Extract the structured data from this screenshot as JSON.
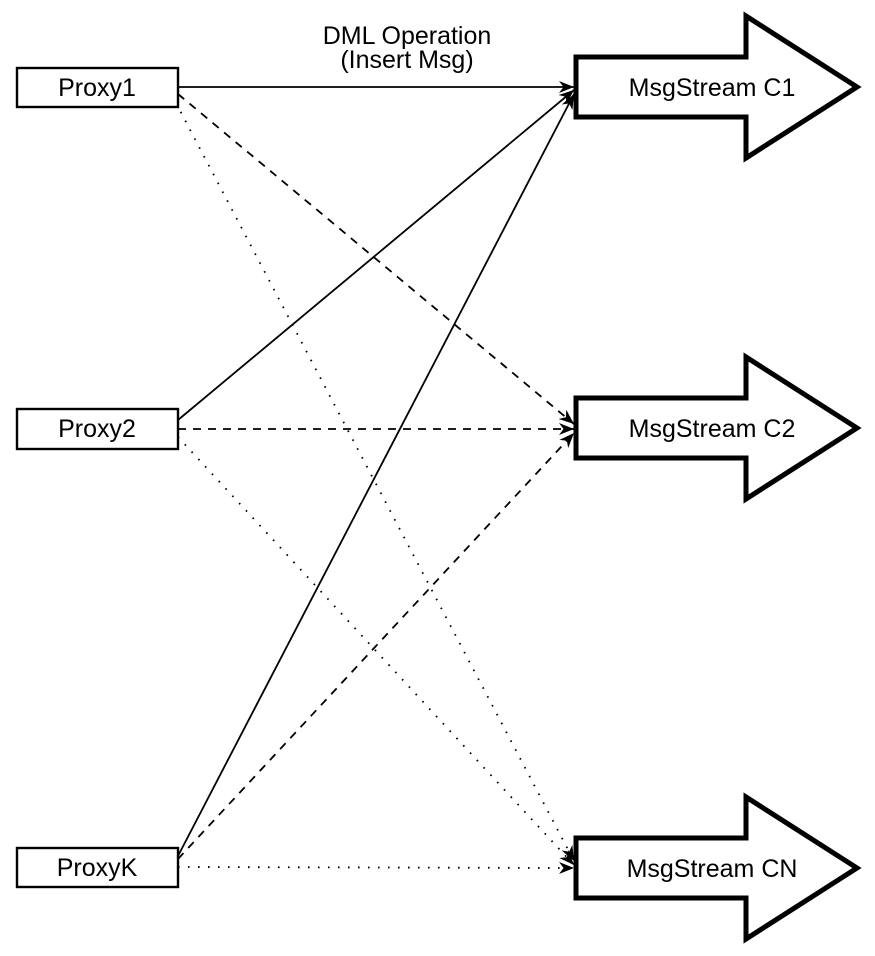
{
  "title": {
    "line1": "DML Operation",
    "line2": "(Insert Msg)"
  },
  "proxies": [
    {
      "label": "Proxy1"
    },
    {
      "label": "Proxy2"
    },
    {
      "label": "ProxyK"
    }
  ],
  "streams": [
    {
      "label": "MsgStream C1"
    },
    {
      "label": "MsgStream C2"
    },
    {
      "label": "MsgStream CN"
    }
  ],
  "edges": [
    {
      "from": "Proxy1",
      "to": "MsgStream C1",
      "style": "solid"
    },
    {
      "from": "Proxy2",
      "to": "MsgStream C1",
      "style": "solid"
    },
    {
      "from": "ProxyK",
      "to": "MsgStream C1",
      "style": "solid"
    },
    {
      "from": "Proxy1",
      "to": "MsgStream C2",
      "style": "dashed"
    },
    {
      "from": "Proxy2",
      "to": "MsgStream C2",
      "style": "dashed"
    },
    {
      "from": "ProxyK",
      "to": "MsgStream C2",
      "style": "dashed"
    },
    {
      "from": "Proxy1",
      "to": "MsgStream CN",
      "style": "dotted"
    },
    {
      "from": "Proxy2",
      "to": "MsgStream CN",
      "style": "dotted"
    },
    {
      "from": "ProxyK",
      "to": "MsgStream CN",
      "style": "dotted"
    }
  ],
  "colors": {
    "stroke": "#000000",
    "fill": "#ffffff",
    "background": "#ffffff"
  }
}
